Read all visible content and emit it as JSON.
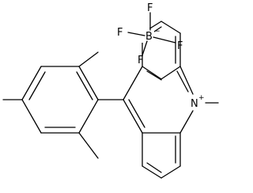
{
  "structure": {
    "atoms": {
      "n_label": "N",
      "n_charge": "+",
      "b_label": "B",
      "b_charge": "−",
      "f_top": "F",
      "f_left": "F",
      "f_right": "F",
      "f_bottom": "F"
    }
  }
}
